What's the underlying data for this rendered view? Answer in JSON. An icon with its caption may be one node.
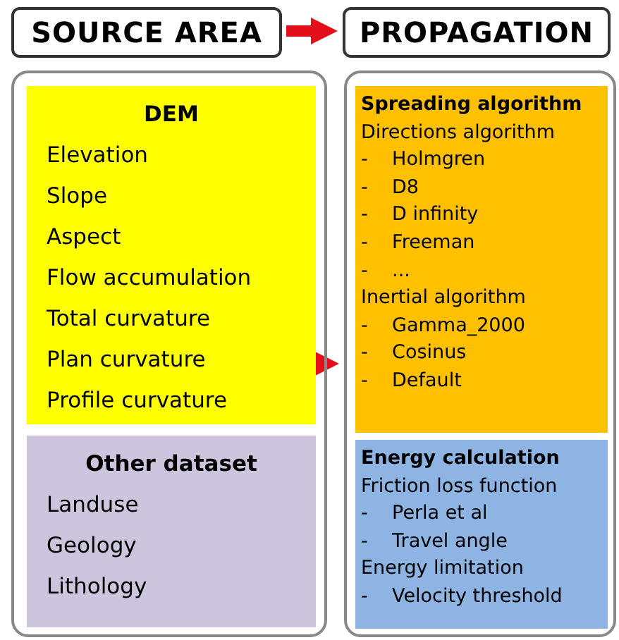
{
  "diagram": {
    "nodes": [
      {
        "text": [
          "SOURCE AREA"
        ]
      },
      {
        "text": [
          "PROPAGATION"
        ]
      },
      {
        "text": [],
        "shape": "box"
      },
      {
        "text": [
          "DEM",
          "Elevation",
          "Slope",
          "Aspect",
          "Flow accumulation",
          "Total curvature",
          "Plan curvature",
          "Profile curvature"
        ],
        "in": 2
      },
      {
        "text": [
          "Other dataset",
          "Landuse",
          "Geology",
          "Lithology"
        ],
        "in": 2
      },
      {
        "text": [],
        "shape": "box"
      },
      {
        "text": [
          "Spreading algorithm",
          "Directions algorithm",
          "- Holmgren",
          "- D8",
          "- D infinity",
          "- Freeman",
          "- ...",
          "Inertial algorithm",
          "- Gamma_2000",
          "- Cosinus",
          "- Default"
        ],
        "in": 5
      },
      {
        "text": [
          "Energy calculation",
          "Friction loss function",
          "- Perla et al",
          "- Travel angle",
          "Energy limitation",
          "- Velocity threshold"
        ],
        "in": 5
      }
    ],
    "edges": [
      {
        "from": 0,
        "to": 1,
        "arrow": "to"
      },
      {
        "from": 2,
        "to": 5,
        "arrow": "to"
      }
    ]
  }
}
